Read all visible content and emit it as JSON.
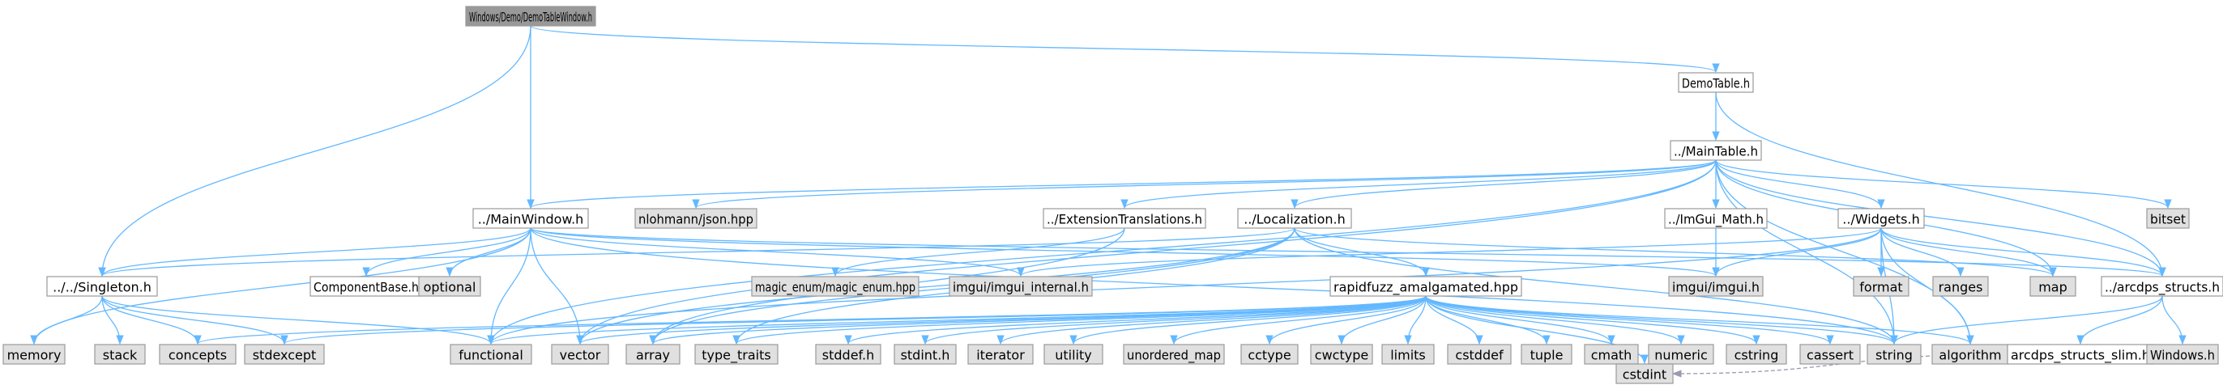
{
  "colors": {
    "edge": "#63b8ff",
    "edge_dashed": "#9a9ab0",
    "node_fill": "#ffffff",
    "node_fill_external": "#e0e0e0",
    "node_fill_root": "#999999",
    "node_border": "#999999",
    "text": "#000000"
  },
  "nodes": [
    {
      "id": "root",
      "label": "Windows/Demo/DemoTableWindow.h",
      "kind": "root"
    },
    {
      "id": "demotable",
      "label": "DemoTable.h",
      "kind": "local"
    },
    {
      "id": "maintable",
      "label": "../MainTable.h",
      "kind": "local"
    },
    {
      "id": "mainwindow",
      "label": "../MainWindow.h",
      "kind": "local"
    },
    {
      "id": "nlohmann",
      "label": "nlohmann/json.hpp",
      "kind": "external"
    },
    {
      "id": "exttrans",
      "label": "../ExtensionTranslations.h",
      "kind": "local"
    },
    {
      "id": "localization",
      "label": "../Localization.h",
      "kind": "local"
    },
    {
      "id": "imguimath",
      "label": "../ImGui_Math.h",
      "kind": "local"
    },
    {
      "id": "widgets",
      "label": "../Widgets.h",
      "kind": "local"
    },
    {
      "id": "bitset",
      "label": "bitset",
      "kind": "external"
    },
    {
      "id": "singleton",
      "label": "../../Singleton.h",
      "kind": "local"
    },
    {
      "id": "componentbase",
      "label": "ComponentBase.h",
      "kind": "local"
    },
    {
      "id": "optional",
      "label": "optional",
      "kind": "external"
    },
    {
      "id": "magicenum",
      "label": "magic_enum/magic_enum.hpp",
      "kind": "external"
    },
    {
      "id": "imguiinternal",
      "label": "imgui/imgui_internal.h",
      "kind": "external"
    },
    {
      "id": "rapidfuzz",
      "label": "rapidfuzz_amalgamated.hpp",
      "kind": "local"
    },
    {
      "id": "imgui",
      "label": "imgui/imgui.h",
      "kind": "external"
    },
    {
      "id": "format",
      "label": "format",
      "kind": "external"
    },
    {
      "id": "ranges",
      "label": "ranges",
      "kind": "external"
    },
    {
      "id": "map",
      "label": "map",
      "kind": "external"
    },
    {
      "id": "arcdps",
      "label": "../arcdps_structs.h",
      "kind": "local"
    },
    {
      "id": "memory",
      "label": "memory",
      "kind": "external"
    },
    {
      "id": "stack",
      "label": "stack",
      "kind": "external"
    },
    {
      "id": "concepts",
      "label": "concepts",
      "kind": "external"
    },
    {
      "id": "stdexcept",
      "label": "stdexcept",
      "kind": "external"
    },
    {
      "id": "functional",
      "label": "functional",
      "kind": "external"
    },
    {
      "id": "vector",
      "label": "vector",
      "kind": "external"
    },
    {
      "id": "array",
      "label": "array",
      "kind": "external"
    },
    {
      "id": "typetraits",
      "label": "type_traits",
      "kind": "external"
    },
    {
      "id": "stddef",
      "label": "stddef.h",
      "kind": "external"
    },
    {
      "id": "stdint",
      "label": "stdint.h",
      "kind": "external"
    },
    {
      "id": "iterator",
      "label": "iterator",
      "kind": "external"
    },
    {
      "id": "utility",
      "label": "utility",
      "kind": "external"
    },
    {
      "id": "unorderedmap",
      "label": "unordered_map",
      "kind": "external"
    },
    {
      "id": "cctype",
      "label": "cctype",
      "kind": "external"
    },
    {
      "id": "cwctype",
      "label": "cwctype",
      "kind": "external"
    },
    {
      "id": "limits",
      "label": "limits",
      "kind": "external"
    },
    {
      "id": "cstddef",
      "label": "cstddef",
      "kind": "external"
    },
    {
      "id": "tuple",
      "label": "tuple",
      "kind": "external"
    },
    {
      "id": "cmath",
      "label": "cmath",
      "kind": "external"
    },
    {
      "id": "numeric",
      "label": "numeric",
      "kind": "external"
    },
    {
      "id": "cstring",
      "label": "cstring",
      "kind": "external"
    },
    {
      "id": "cassert",
      "label": "cassert",
      "kind": "external"
    },
    {
      "id": "string",
      "label": "string",
      "kind": "external"
    },
    {
      "id": "algorithm",
      "label": "algorithm",
      "kind": "external"
    },
    {
      "id": "arcdpsslim",
      "label": "arcdps_structs_slim.h",
      "kind": "local"
    },
    {
      "id": "windowsh",
      "label": "Windows.h",
      "kind": "external"
    },
    {
      "id": "cstdint",
      "label": "cstdint",
      "kind": "external"
    }
  ],
  "edges": [
    [
      "root",
      "demotable"
    ],
    [
      "root",
      "mainwindow"
    ],
    [
      "root",
      "singleton"
    ],
    [
      "demotable",
      "maintable"
    ],
    [
      "demotable",
      "arcdps"
    ],
    [
      "maintable",
      "mainwindow"
    ],
    [
      "maintable",
      "nlohmann"
    ],
    [
      "maintable",
      "exttrans"
    ],
    [
      "maintable",
      "localization"
    ],
    [
      "maintable",
      "imguimath"
    ],
    [
      "maintable",
      "widgets"
    ],
    [
      "maintable",
      "bitset"
    ],
    [
      "maintable",
      "map"
    ],
    [
      "maintable",
      "arcdps"
    ],
    [
      "maintable",
      "string"
    ],
    [
      "maintable",
      "algorithm"
    ],
    [
      "maintable",
      "functional"
    ],
    [
      "maintable",
      "vector"
    ],
    [
      "mainwindow",
      "singleton"
    ],
    [
      "mainwindow",
      "componentbase"
    ],
    [
      "mainwindow",
      "optional"
    ],
    [
      "mainwindow",
      "memory"
    ],
    [
      "mainwindow",
      "functional"
    ],
    [
      "mainwindow",
      "vector"
    ],
    [
      "mainwindow",
      "imguiinternal"
    ],
    [
      "mainwindow",
      "imgui"
    ],
    [
      "mainwindow",
      "arcdps"
    ],
    [
      "mainwindow",
      "string"
    ],
    [
      "exttrans",
      "magicenum"
    ],
    [
      "exttrans",
      "array"
    ],
    [
      "localization",
      "singleton"
    ],
    [
      "localization",
      "rapidfuzz"
    ],
    [
      "localization",
      "array"
    ],
    [
      "localization",
      "typetraits"
    ],
    [
      "localization",
      "string"
    ],
    [
      "localization",
      "vector"
    ],
    [
      "localization",
      "map"
    ],
    [
      "imguimath",
      "imgui"
    ],
    [
      "widgets",
      "imgui"
    ],
    [
      "widgets",
      "imguiinternal"
    ],
    [
      "widgets",
      "format"
    ],
    [
      "widgets",
      "ranges"
    ],
    [
      "widgets",
      "map"
    ],
    [
      "widgets",
      "arcdps"
    ],
    [
      "widgets",
      "algorithm"
    ],
    [
      "widgets",
      "string"
    ],
    [
      "widgets",
      "functional"
    ],
    [
      "singleton",
      "memory"
    ],
    [
      "singleton",
      "stack"
    ],
    [
      "singleton",
      "concepts"
    ],
    [
      "singleton",
      "stdexcept"
    ],
    [
      "singleton",
      "functional"
    ],
    [
      "rapidfuzz",
      "concepts"
    ],
    [
      "rapidfuzz",
      "stdexcept"
    ],
    [
      "rapidfuzz",
      "functional"
    ],
    [
      "rapidfuzz",
      "vector"
    ],
    [
      "rapidfuzz",
      "array"
    ],
    [
      "rapidfuzz",
      "typetraits"
    ],
    [
      "rapidfuzz",
      "stddef"
    ],
    [
      "rapidfuzz",
      "stdint"
    ],
    [
      "rapidfuzz",
      "iterator"
    ],
    [
      "rapidfuzz",
      "utility"
    ],
    [
      "rapidfuzz",
      "unorderedmap"
    ],
    [
      "rapidfuzz",
      "cctype"
    ],
    [
      "rapidfuzz",
      "cwctype"
    ],
    [
      "rapidfuzz",
      "limits"
    ],
    [
      "rapidfuzz",
      "cstddef"
    ],
    [
      "rapidfuzz",
      "tuple"
    ],
    [
      "rapidfuzz",
      "cmath"
    ],
    [
      "rapidfuzz",
      "numeric"
    ],
    [
      "rapidfuzz",
      "cstring"
    ],
    [
      "rapidfuzz",
      "cassert"
    ],
    [
      "rapidfuzz",
      "string"
    ],
    [
      "rapidfuzz",
      "algorithm"
    ],
    [
      "rapidfuzz",
      "cstdint"
    ],
    [
      "arcdps",
      "arcdpsslim"
    ],
    [
      "arcdps",
      "string"
    ],
    [
      "arcdps",
      "windowsh"
    ],
    [
      "arcdpsslim",
      "cstdint",
      "dashed"
    ]
  ]
}
